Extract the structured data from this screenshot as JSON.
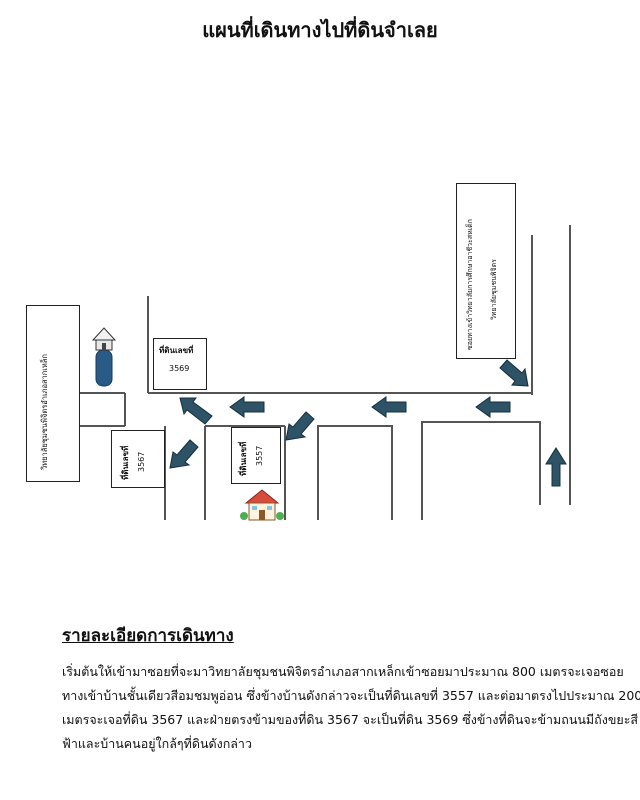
{
  "title": "แผนที่เดินทางไปที่ดินจำเลย",
  "map": {
    "school_label_top_line1": "ซอยทางเข้าวิทยาลัยการศึกษาอาชีวะสหเด็ก",
    "school_label_top_line2": "วิทยาลัยชุมชนพิจิตร",
    "school_label_left": "วิทยาลัยชุมชนพิจิตรอำเภอสากเหล็ก",
    "plot_3569_label": "ที่ดินเลขที่",
    "plot_3569_number": "3569",
    "plot_3567_label": "ที่ดินเลขที่",
    "plot_3567_number": "3567",
    "plot_3557_label": "ที่ดินเลขที่",
    "plot_3557_number": "3557",
    "arrow_color": "#2e5266",
    "water_tank_color": "#2a5a86"
  },
  "details": {
    "heading": "รายละเอียดการเดินทาง",
    "lines": [
      "เริ่มต้นให้เข้ามาซอยที่จะมาวิทยาลัยชุมชนพิจิตรอำเภอสากเหล็กเข้าซอยมาประมาณ 800 เมตรจะเจอซอย",
      "ทางเข้าบ้านชั้นเดียวสีอมชมพูอ่อน ซึ่งข้างบ้านดังกล่าวจะเป็นที่ดินเลขที่ 3557 และต่อมาตรงไปประมาณ 200",
      "เมตรจะเจอที่ดิน 3567 และฝ่ายตรงข้ามของที่ดิน 3567 จะเป็นที่ดิน 3569 ซึ่งข้างที่ดินจะข้ามถนนมีถังขยะสี",
      "ฟ้าและบ้านคนอยู่ใกล้ๆที่ดินดังกล่าว"
    ]
  }
}
